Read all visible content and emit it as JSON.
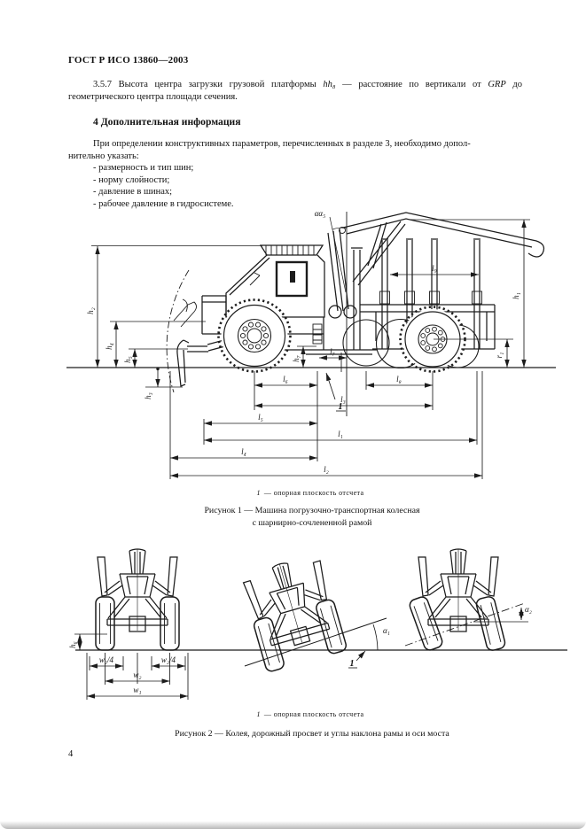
{
  "header": {
    "title": "ГОСТ Р ИСО 13860—2003",
    "page_number": "4"
  },
  "clause_357": {
    "p1": "3.5.7 Высота центра загрузки грузовой платформы ",
    "sym1": "hh₈",
    "p2": " — расстояние по вертикали от ",
    "sym2": "GRP",
    "p3": " до геометрического центра площади сечения."
  },
  "section_4": {
    "title": "4 Дополнительная информация",
    "intro_line1": "При определении конструктивных параметров, перечисленных в разделе 3, необходимо допол-",
    "intro_line2": "нительно указать:",
    "items": [
      "- размерность и тип шин;",
      "- норму слойности;",
      "- давление в шинах;",
      "- рабочее давление в гидросистеме."
    ]
  },
  "figure1": {
    "note_ref": "1",
    "note_text": "—  опорная  плоскость  отсчета",
    "caption_line1": "Рисунок 1 — Машина погрузочно-транспортная колесная",
    "caption_line2": "с шарнирно-сочлененной рамой",
    "labels": {
      "h1": "h₁",
      "h2": "h₂",
      "h3": "h₃",
      "h4": "h₄",
      "h5": "h₅",
      "h7": "h₇",
      "r1": "r₁",
      "l1": "l₁",
      "l2": "l₂",
      "l3": "l₃",
      "l4": "l₄",
      "l5": "l₅",
      "l6": "l₆",
      "l7": "l₇",
      "l8": "l₈",
      "l9": "l₉",
      "aa5": "αα₅",
      "ref_plane": "1"
    }
  },
  "figure2": {
    "note_ref": "1",
    "note_text": "—  опорная  плоскость  отсчета",
    "caption": "Рисунок 2 — Колея, дорожный просвет и углы наклона рамы и оси моста",
    "labels": {
      "h6": "h₆",
      "w2_4_left": "w₂/4",
      "w2_4_right": "w₂/4",
      "w2": "w₂",
      "w1": "w₁",
      "alpha1": "α₁",
      "alpha2": "α₂",
      "ref_plane": "1"
    }
  }
}
